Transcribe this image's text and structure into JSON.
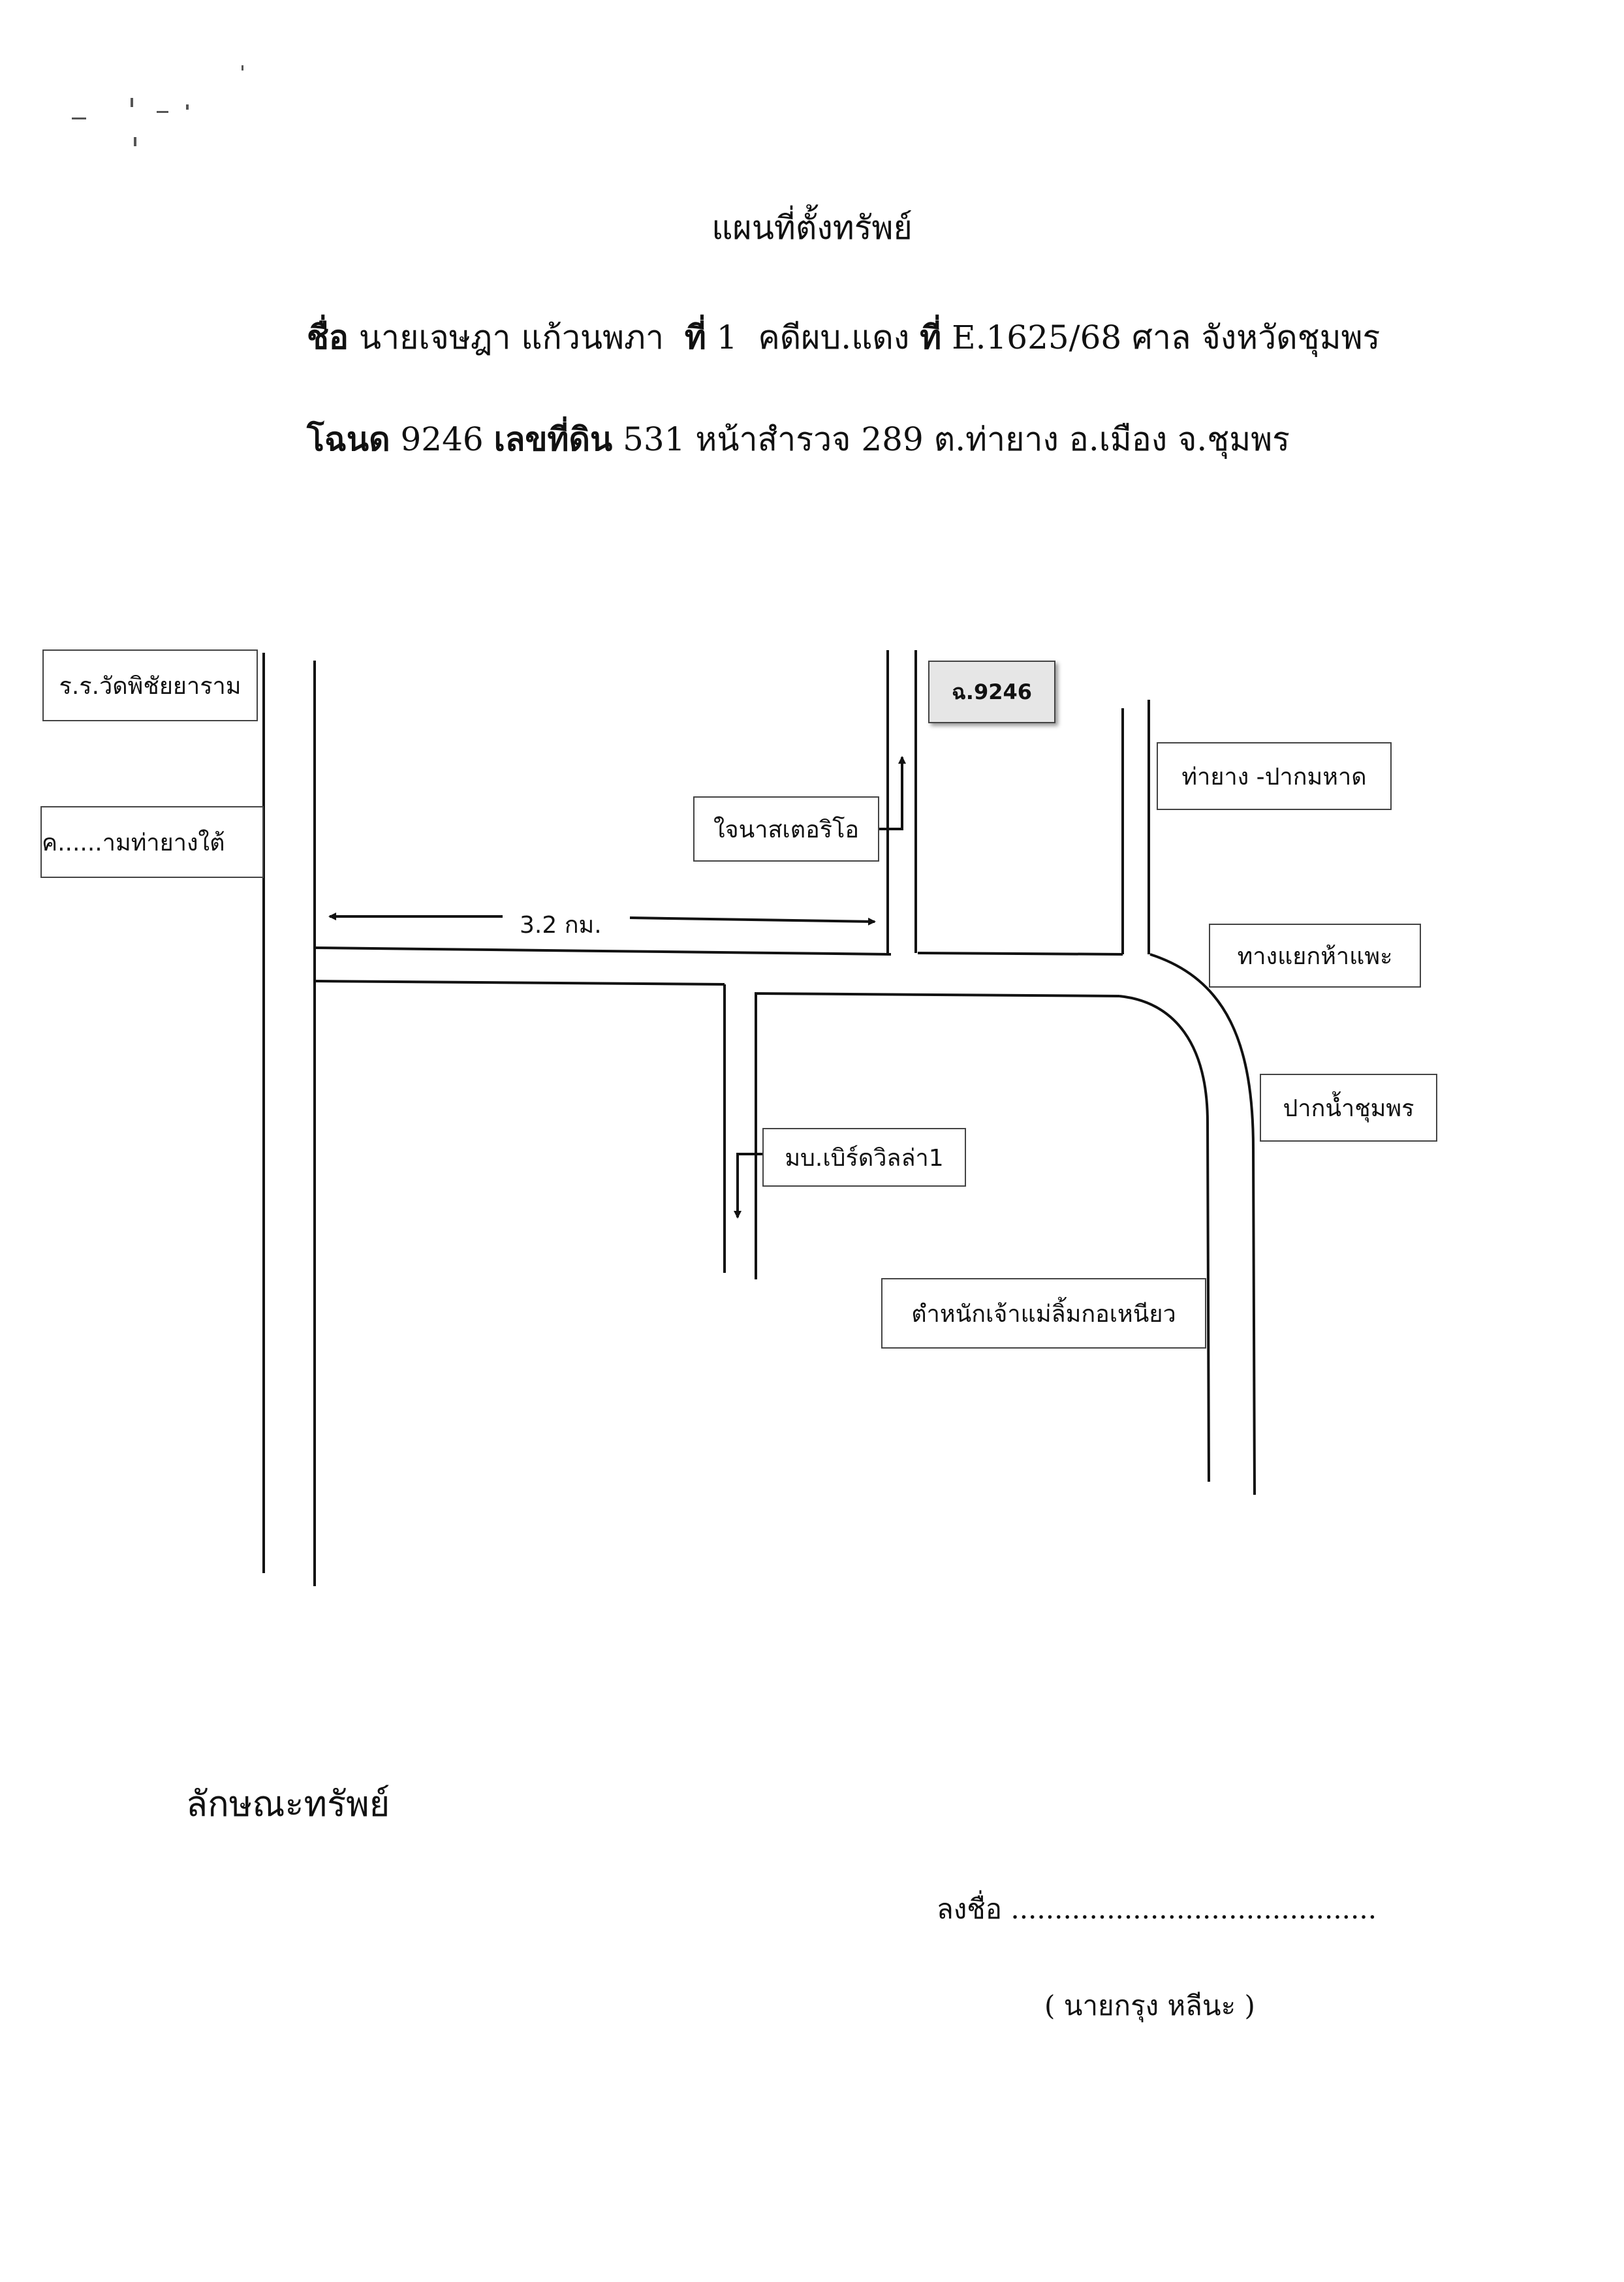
{
  "title": "แผนที่ตั้งทรัพย์",
  "header": {
    "name_label": "ชื่อ",
    "name_value": "นายเจษฎา แก้วนพภา",
    "no_label": "ที่",
    "no_value": "1",
    "case_label": "คดีผบ.แดง",
    "case_no_label": "ที่",
    "case_no_value": "E.1625/68",
    "court_value": "ศาล จังหวัดชุมพร",
    "deed_label": "โฉนด",
    "deed_value": "9246",
    "land_label": "เลขที่ดิน",
    "land_value": "531",
    "survey_label": "หน้าสำรวจ",
    "survey_value": "289",
    "location": "ต.ท่ายาง อ.เมือง จ.ชุมพร"
  },
  "map": {
    "labels": {
      "school": "ร.ร.วัดพิชัยยาราม",
      "temple": "ค......ามท่ายางใต้",
      "jaina": "ใจนาสเตอริโอ",
      "plot": "ฉ.9246",
      "thayang": "ท่ายาง -ปากมหาด",
      "junction": "ทางแยกห้าแพะ",
      "estuary": "ปากน้ำชุมพร",
      "village": "มบ.เบิร์ดวิลล่า1",
      "shrine": "ตำหนักเจ้าแม่ลิ้มกอเหนียว"
    },
    "distance": "3.2 กม."
  },
  "property_label": "ลักษณะทรัพย์",
  "signature": {
    "sign_label": "ลงชื่อ",
    "sign_line": "..........................................",
    "signer": "(  นายกรุง หลีนะ  )"
  }
}
